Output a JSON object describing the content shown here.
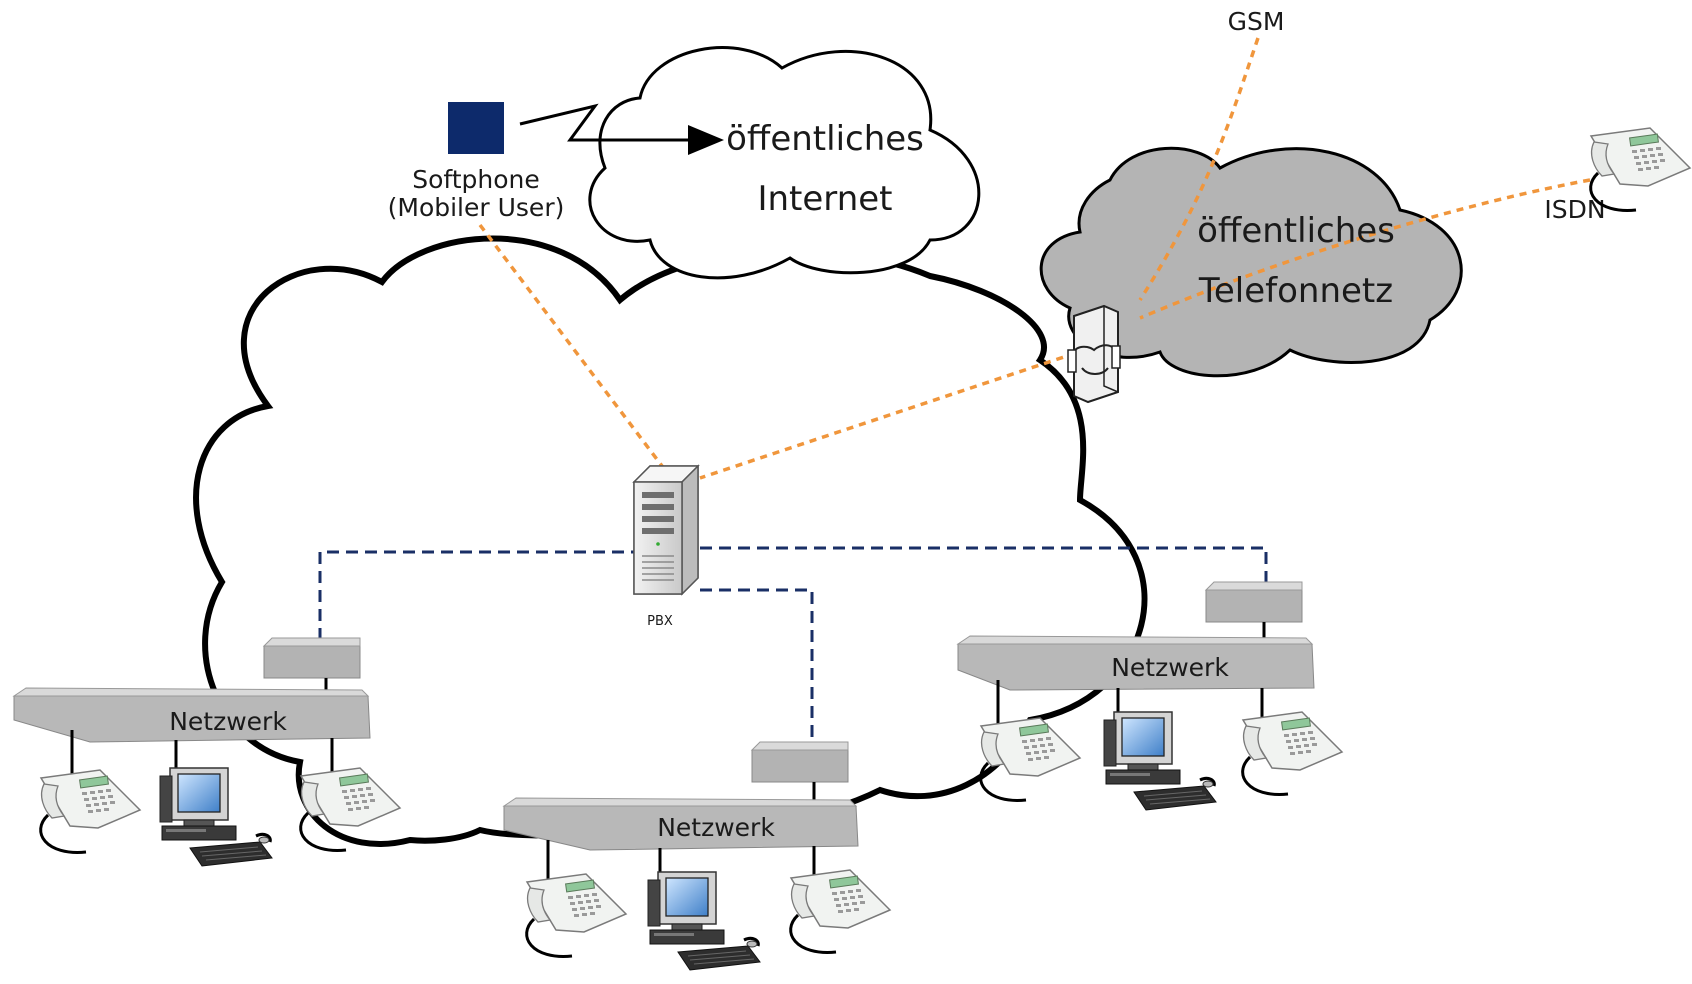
{
  "labels": {
    "internet_line1": "öffentliches",
    "internet_line2": "Internet",
    "pstn_line1": "öffentliches",
    "pstn_line2": "Telefonnetz",
    "gsm": "GSM",
    "isdn": "ISDN",
    "softphone_line1": "Softphone",
    "softphone_line2": "(Mobiler User)",
    "pbx": "PBX",
    "network_left": "Netzwerk",
    "network_middle": "Netzwerk",
    "network_right": "Netzwerk"
  },
  "colors": {
    "softphone": "#0d2a6b",
    "pstn_cloud": "#b4b4b4",
    "orange_link": "#f0963c",
    "navy_link": "#1a2f66",
    "switch": "#b8b8b8"
  },
  "icons": {
    "softphone": "square-icon",
    "pbx": "server-icon",
    "gateway": "gateway-icon",
    "phone": "phone-icon",
    "computer": "computer-icon",
    "switch": "switch-icon"
  }
}
